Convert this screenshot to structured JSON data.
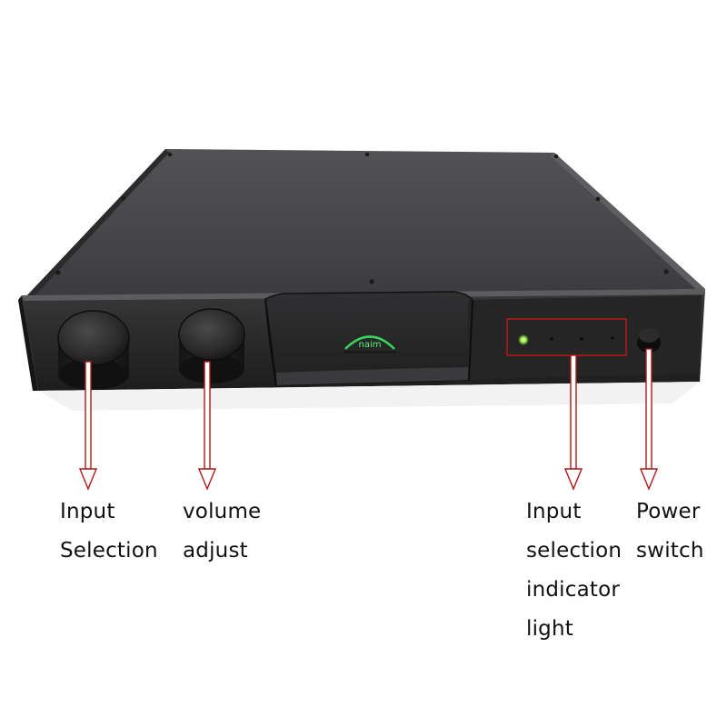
{
  "logo_text": "naim",
  "annotations": [
    {
      "id": "input-selection",
      "lines": [
        "Input",
        "Selection"
      ]
    },
    {
      "id": "volume-adjust",
      "lines": [
        "volume",
        "adjust"
      ]
    },
    {
      "id": "indicator-light",
      "lines": [
        "Input",
        "selection",
        "indicator",
        "light"
      ]
    },
    {
      "id": "power-switch",
      "lines": [
        "Power",
        "switch"
      ]
    }
  ],
  "colors": {
    "background": "#ffffff",
    "chassis_top": "#4a4a4c",
    "chassis_front": "#262627",
    "arrow": "#b01818",
    "indicator_led": "#9cf04a",
    "logo_glow": "#39d35a"
  }
}
